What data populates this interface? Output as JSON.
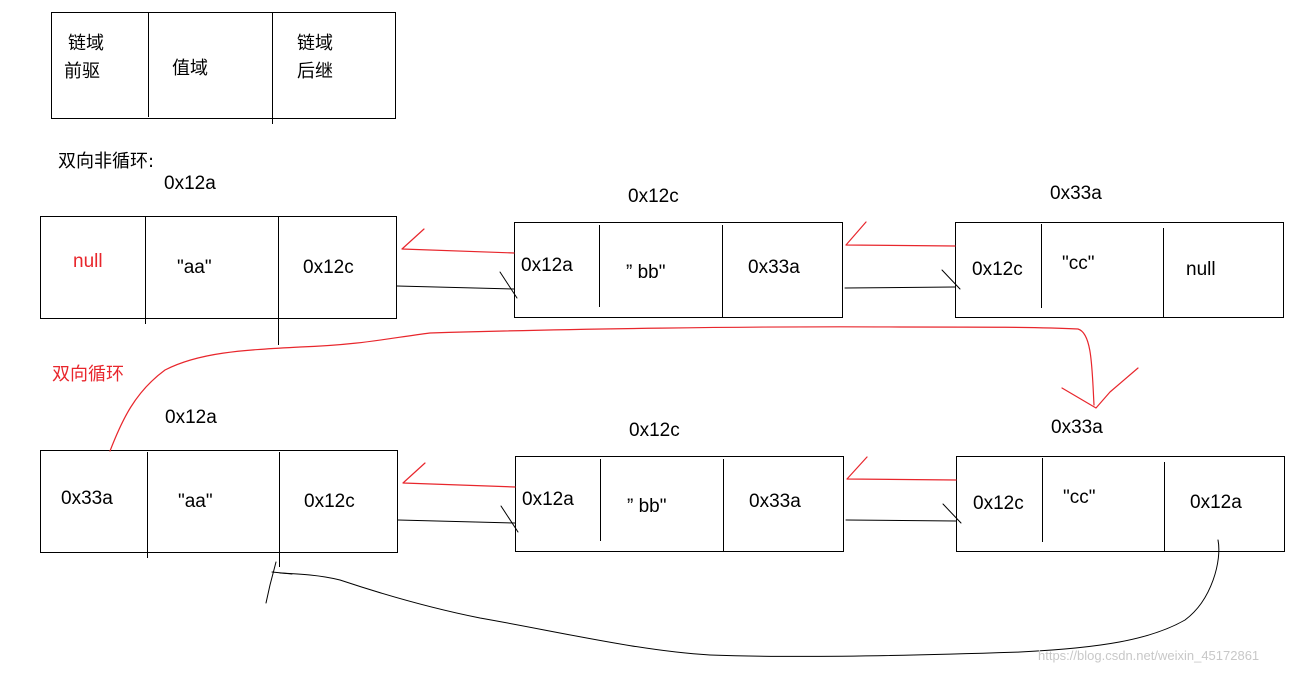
{
  "legend": {
    "prev_label_1": "链域",
    "prev_label_2": "前驱",
    "value_label": "值域",
    "next_label_1": "链域",
    "next_label_2": "后继"
  },
  "section1": {
    "title": "双向非循环:",
    "nodes": [
      {
        "address": "0x12a",
        "prev": "null",
        "value": "\"aa\"",
        "next": "0x12c"
      },
      {
        "address": "0x12c",
        "prev": "0x12a",
        "value": "” bb\"",
        "next": "0x33a"
      },
      {
        "address": "0x33a",
        "prev": "0x12c",
        "value": "\"cc\"",
        "next": "null"
      }
    ]
  },
  "section2": {
    "title": "双向循环",
    "nodes": [
      {
        "address": "0x12a",
        "prev": "0x33a",
        "value": "\"aa\"",
        "next": "0x12c"
      },
      {
        "address": "0x12c",
        "prev": "0x12a",
        "value": "” bb\"",
        "next": "0x33a"
      },
      {
        "address": "0x33a",
        "prev": "0x12c",
        "value": "\"cc\"",
        "next": "0x12a"
      }
    ]
  },
  "watermark": "https://blog.csdn.net/weixin_45172861",
  "colors": {
    "prev_link": "#e8262c",
    "next_link": "#000000"
  }
}
